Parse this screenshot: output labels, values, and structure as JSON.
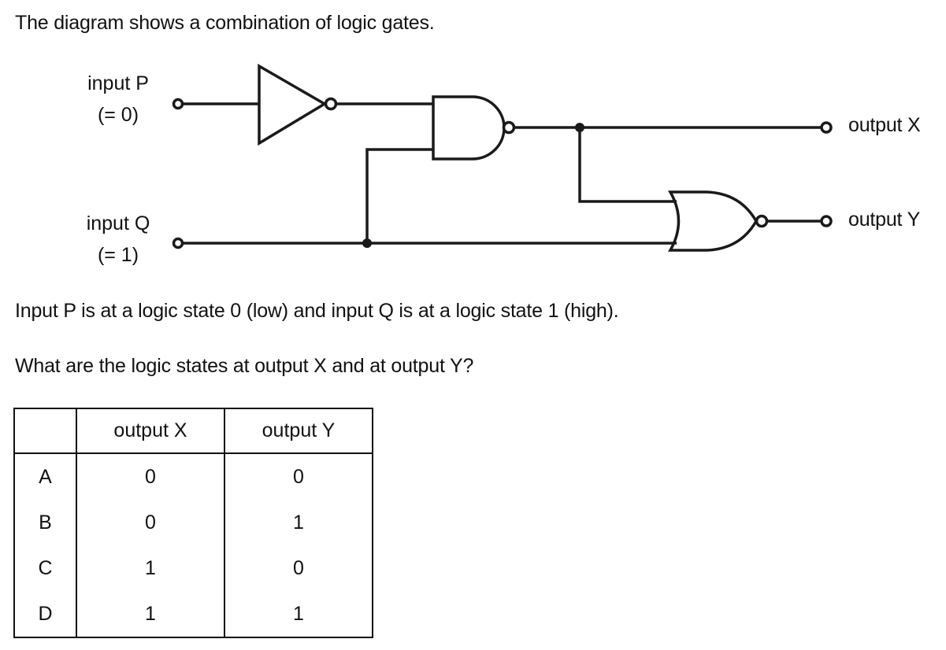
{
  "intro": "The diagram shows a combination of logic gates.",
  "diagram": {
    "input_p": {
      "label": "input P",
      "value": "(= 0)"
    },
    "input_q": {
      "label": "input Q",
      "value": "(= 1)"
    },
    "output_x": {
      "label": "output X"
    },
    "output_y": {
      "label": "output Y"
    },
    "gates": [
      "NOT",
      "NAND",
      "NOR"
    ]
  },
  "statement": "Input P is at a logic state 0 (low) and input Q is at a logic state 1 (high).",
  "question": "What are the logic states at output X and at output Y?",
  "table": {
    "headers": [
      "",
      "output X",
      "output Y"
    ],
    "rows": [
      {
        "key": "A",
        "x": "0",
        "y": "0"
      },
      {
        "key": "B",
        "x": "0",
        "y": "1"
      },
      {
        "key": "C",
        "x": "1",
        "y": "0"
      },
      {
        "key": "D",
        "x": "1",
        "y": "1"
      }
    ]
  },
  "colors": {
    "ink": "#1a1a1a",
    "background": "#ffffff"
  }
}
